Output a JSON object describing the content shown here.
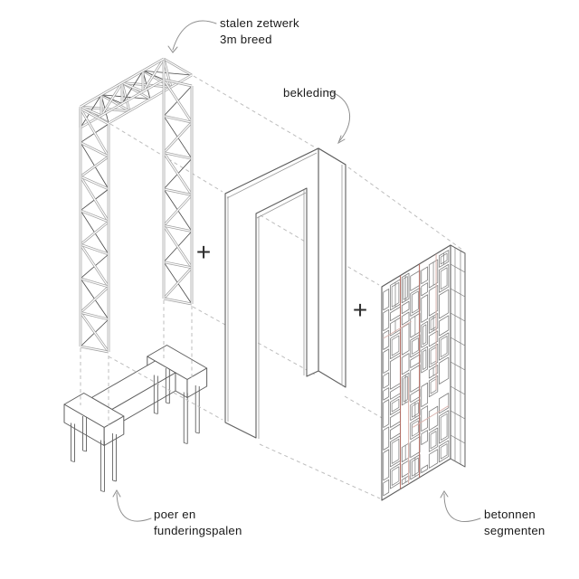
{
  "diagram": {
    "type": "axonometric-exploded-construction-diagram",
    "labels": {
      "truss": {
        "line1": "stalen zetwerk",
        "line2": "3m breed"
      },
      "cladding": {
        "line1": "bekleding"
      },
      "foundation": {
        "line1": "poer en",
        "line2": "funderingspalen"
      },
      "segments": {
        "line1": "betonnen",
        "line2": "segmenten"
      }
    },
    "operators": {
      "plus_truss_cladding": "+",
      "plus_cladding_segments": "+"
    },
    "colors": {
      "background": "#ffffff",
      "truss_member": "#9c9c9c",
      "truss_thin": "#474747",
      "outline_dark": "#5f5f5f",
      "portal_accent": "#9a9a9a",
      "panel_line": "#7d7d7d",
      "panel_red": "#b2685e",
      "panel_red_light": "#d9b2ac",
      "dash": "#bdbdbd",
      "arrow": "#8f8f8f",
      "text": "#1a1a1a",
      "plus": "#2e2e2e"
    }
  }
}
